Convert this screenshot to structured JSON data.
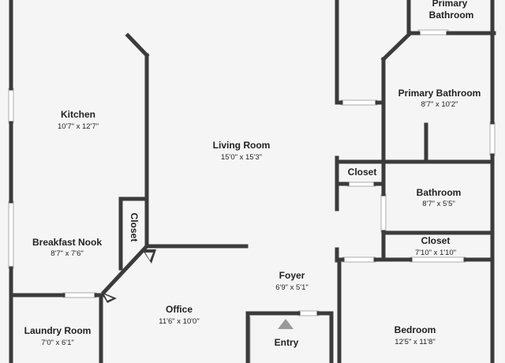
{
  "rooms": {
    "primary_bath_top": {
      "name": "Primary\nBathroom"
    },
    "kitchen": {
      "name": "Kitchen",
      "dims": "10'7\" x 12'7\""
    },
    "living_room": {
      "name": "Living Room",
      "dims": "15'0\" x 15'3\""
    },
    "primary_bathroom": {
      "name": "Primary Bathroom",
      "dims": "8'7\" x 10'2\""
    },
    "closet_small": {
      "name": "Closet"
    },
    "bathroom": {
      "name": "Bathroom",
      "dims": "8'7\" x 5'5\""
    },
    "closet_vertical": {
      "name": "Closet"
    },
    "breakfast_nook": {
      "name": "Breakfast Nook",
      "dims": "8'7\" x 7'6\""
    },
    "closet_right": {
      "name": "Closet",
      "dims": "7'10\" x 1'10\""
    },
    "foyer": {
      "name": "Foyer",
      "dims": "6'9\" x 5'1\""
    },
    "office": {
      "name": "Office",
      "dims": "11'6\" x 10'0\""
    },
    "laundry_room": {
      "name": "Laundry Room",
      "dims": "7'0\" x 6'1\""
    },
    "entry": {
      "name": "Entry"
    },
    "bedroom": {
      "name": "Bedroom",
      "dims": "12'5\" x 11'8\""
    }
  },
  "colors": {
    "wall": "#3b3b3b",
    "floor": "#f5f5f5",
    "window": "#ffffff"
  }
}
